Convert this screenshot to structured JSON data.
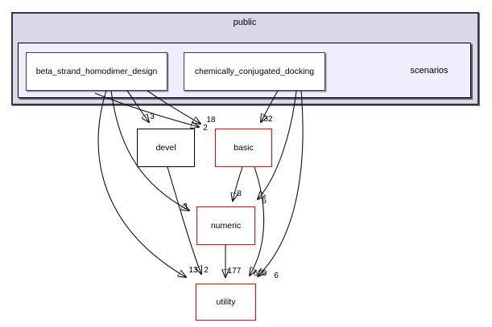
{
  "diagram": {
    "type": "directory-dependency-graph",
    "clusters": {
      "outer": {
        "label": "public"
      },
      "inner": {
        "label": "scenarios"
      }
    },
    "nodes": [
      {
        "id": "beta_strand_homodimer_design",
        "label": "beta_strand_homodimer_design",
        "border": "#3c3c46"
      },
      {
        "id": "chemically_conjugated_docking",
        "label": "chemically_conjugated_docking",
        "border": "#3c3c46"
      },
      {
        "id": "devel",
        "label": "devel",
        "border": "#000000"
      },
      {
        "id": "basic",
        "label": "basic",
        "border": "#ff0000"
      },
      {
        "id": "numeric",
        "label": "numeric",
        "border": "#ff0000"
      },
      {
        "id": "utility",
        "label": "utility",
        "border": "#ff0000"
      }
    ],
    "edges": [
      {
        "from": "beta_strand_homodimer_design",
        "to": "devel",
        "label": "3"
      },
      {
        "from": "beta_strand_homodimer_design",
        "to": "basic",
        "label": "18"
      },
      {
        "from": "beta_strand_homodimer_design",
        "to": "basic",
        "label": "2"
      },
      {
        "from": "chemically_conjugated_docking",
        "to": "basic",
        "label": "32"
      },
      {
        "from": "beta_strand_homodimer_design",
        "to": "numeric",
        "label": "3"
      },
      {
        "from": "basic",
        "to": "numeric",
        "label": "8"
      },
      {
        "from": "chemically_conjugated_docking",
        "to": "numeric",
        "label": "6"
      },
      {
        "from": "beta_strand_homodimer_design",
        "to": "utility",
        "label": "13"
      },
      {
        "from": "devel",
        "to": "utility",
        "label": "2"
      },
      {
        "from": "numeric",
        "to": "utility",
        "label": "177"
      },
      {
        "from": "basic",
        "to": "utility",
        "label": "690"
      },
      {
        "from": "chemically_conjugated_docking",
        "to": "utility",
        "label": "6"
      }
    ],
    "colors": {
      "cluster_outer_bg": "#d8d8e8",
      "cluster_inner_bg": "#eeeeff",
      "red_node_border": "#ff0000",
      "edge": "#101010"
    }
  }
}
